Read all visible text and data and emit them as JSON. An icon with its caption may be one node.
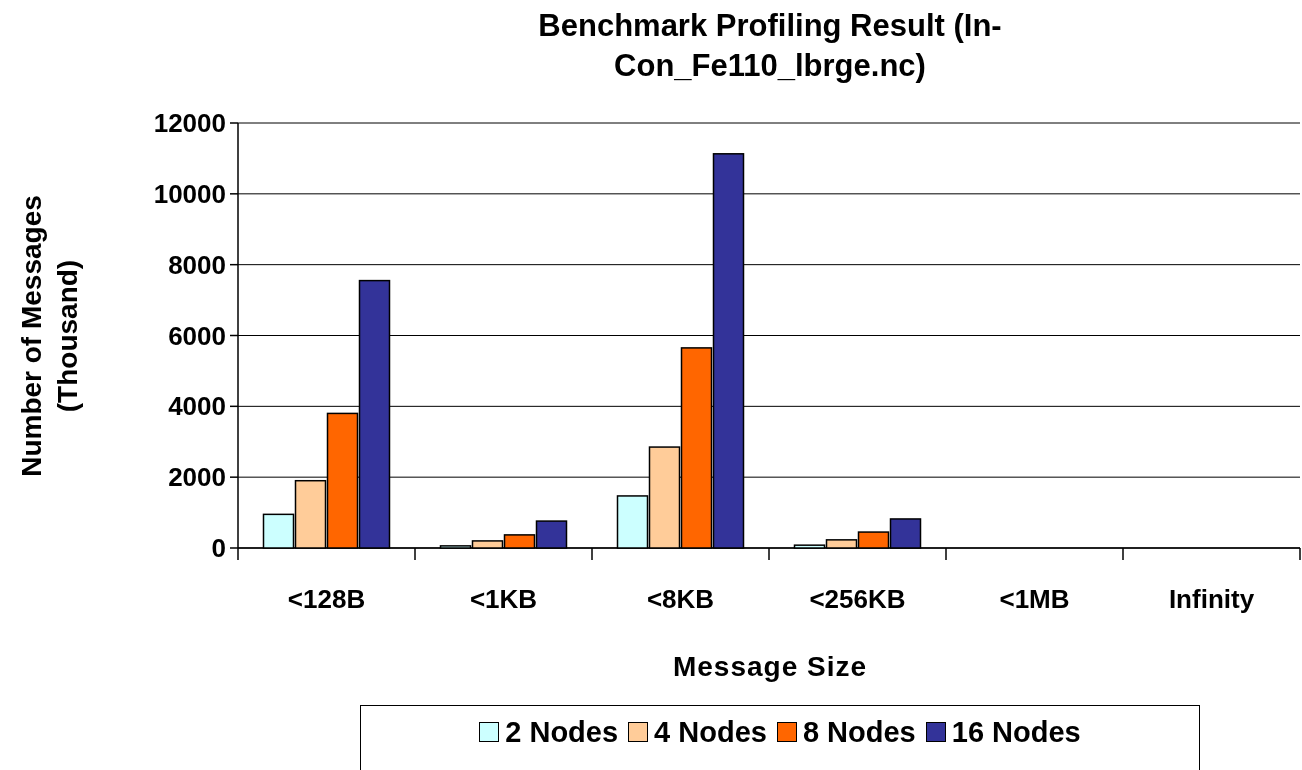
{
  "diagram": {
    "chart_data": {
      "type": "bar",
      "grid": true,
      "legend": "bottom",
      "title": "Benchmark Profiling Result (In-Con_Fe110_lbrge.nc)",
      "xlabel": "Message Size",
      "ylabel": "Number of Messages (Thousand)",
      "categories": [
        "<128B",
        "<1KB",
        "<8KB",
        "<256KB",
        "<1MB",
        "Infinity"
      ],
      "ylim": [
        0,
        12000
      ],
      "yticks": [
        0,
        2000,
        4000,
        6000,
        8000,
        10000,
        12000
      ],
      "series": [
        {
          "name": "2 Nodes",
          "color": "#ccffff",
          "values": [
            950,
            60,
            1470,
            80,
            0,
            0
          ]
        },
        {
          "name": "4 Nodes",
          "color": "#ffcc99",
          "values": [
            1900,
            200,
            2850,
            230,
            0,
            0
          ]
        },
        {
          "name": "8 Nodes",
          "color": "#ff6600",
          "values": [
            3800,
            370,
            5650,
            450,
            0,
            0
          ]
        },
        {
          "name": "16 Nodes",
          "color": "#333399",
          "values": [
            7550,
            760,
            11130,
            820,
            0,
            0
          ]
        }
      ]
    }
  }
}
